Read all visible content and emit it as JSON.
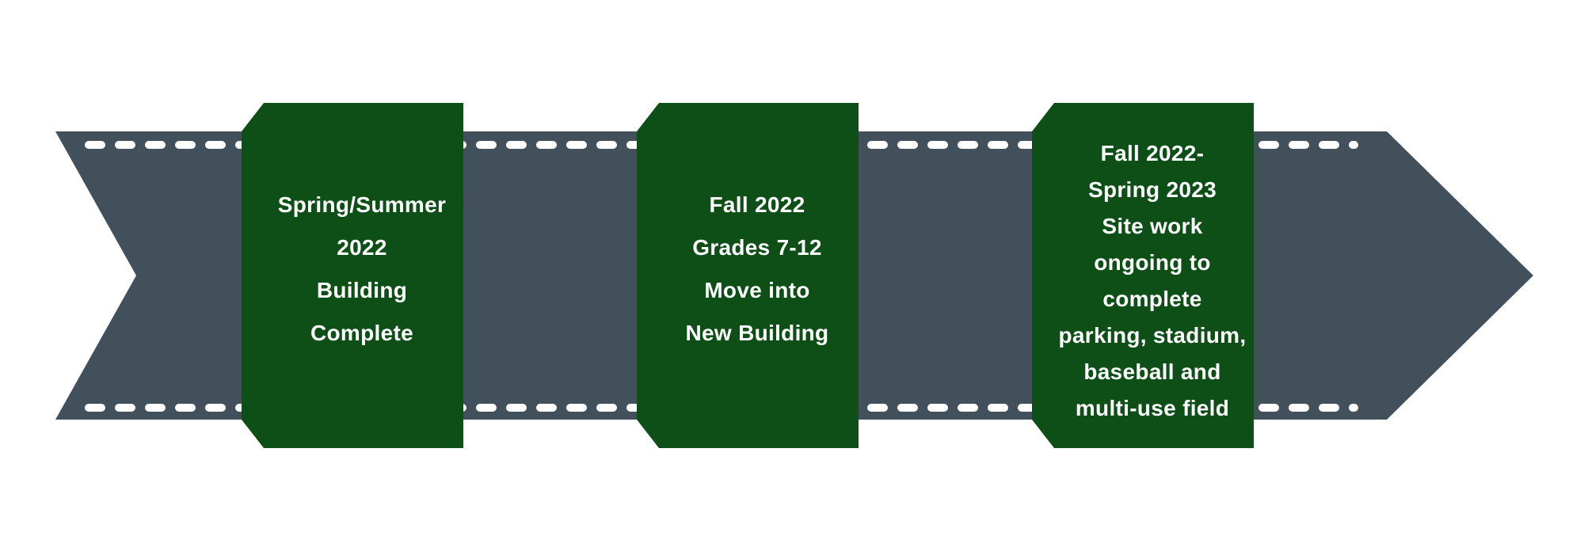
{
  "colors": {
    "arrow": "#42505c",
    "block": "#0d4f16",
    "stitch": "#ffffff",
    "text": "#ffffff"
  },
  "milestones": [
    {
      "lines": [
        "Spring/Summer",
        "2022",
        "Building",
        "Complete"
      ]
    },
    {
      "lines": [
        "Fall 2022",
        "Grades 7-12",
        "Move into",
        "New Building"
      ]
    },
    {
      "lines": [
        "Fall 2022-",
        "Spring 2023",
        "Site work",
        "ongoing to",
        "complete",
        "parking, stadium,",
        "baseball and",
        "multi-use field"
      ]
    }
  ]
}
